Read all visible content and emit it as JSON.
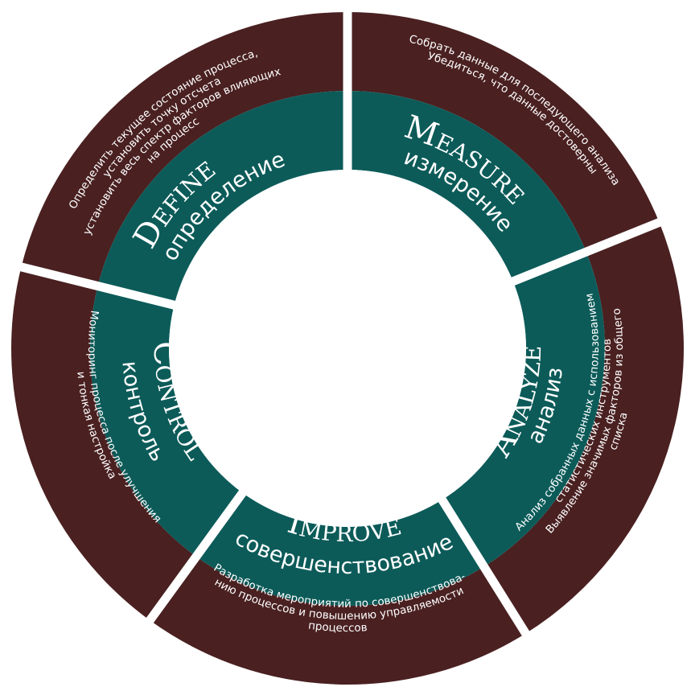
{
  "colors": {
    "outer": "#4a2021",
    "inner": "#0c5b59",
    "gap": "#ffffff",
    "text": "#ffffff"
  },
  "phases": [
    {
      "id": "define",
      "title": "Define",
      "subtitle": "определение",
      "description": [
        "Определить текущее состояние процесса,",
        "установить точку отсчета",
        "установить весь спектр факторов влияющих",
        "на процесс"
      ]
    },
    {
      "id": "measure",
      "title": "Measure",
      "subtitle": "измерение",
      "description": [
        "Собрать данные для последующего анализа",
        "Убедиться, что данные достоверны"
      ]
    },
    {
      "id": "analyze",
      "title": "Analyze",
      "subtitle": "анализ",
      "description": [
        "Анализ собранных данных с использованием",
        "статистических инструментов",
        "Выявление значимых факторов из общего",
        "списка"
      ]
    },
    {
      "id": "improve",
      "title": "Improve",
      "subtitle": "совершенствование",
      "description": [
        "Разработка мероприятий по совершенствова-",
        "нию процессов и повышению управляемости",
        "процессов"
      ]
    },
    {
      "id": "control",
      "title": "Control",
      "subtitle": "контроль",
      "description": [
        "Мониторинг процесса после улучшения",
        "и тонкая настройка"
      ]
    }
  ]
}
